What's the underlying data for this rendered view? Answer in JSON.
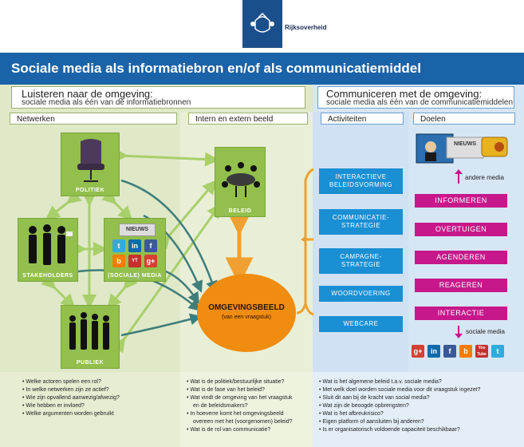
{
  "header": {
    "logo_text": "Rijksoverheid",
    "title": "Sociale media als informatiebron en/of als communicatiemiddel"
  },
  "listen": {
    "title": "Luisteren naar de omgeving:",
    "subtitle": "sociale media als één van de informatiebronnen"
  },
  "communicate": {
    "title": "Communiceren met de omgeving:",
    "subtitle": "sociale media als één van de communicatiemiddelen"
  },
  "sections": {
    "netwerken": "Netwerken",
    "beeld": "Intern en extern beeld",
    "activiteiten": "Activiteiten",
    "doelen": "Doelen"
  },
  "nodes": {
    "politiek": "POLITIEK",
    "beleid": "BELEID",
    "stakeholders": "STAKEHOLDERS",
    "media": "(SOCIALE) MEDIA",
    "publiek": "PUBLIEK",
    "news_label": "NIEUWS"
  },
  "omgevingsbeeld": {
    "title": "OMGEVINGSBEELD",
    "subtitle": "(van een vraagstuk)"
  },
  "activities": [
    {
      "line1": "INTERACTIEVE",
      "line2": "BELEIDSVORMING"
    },
    {
      "line1": "COMMUNICATIE-",
      "line2": "STRATEGIE"
    },
    {
      "line1": "CAMPAGNE-",
      "line2": "STRATEGIE"
    },
    {
      "line1": "WOORDVOERING",
      "line2": ""
    },
    {
      "line1": "WEBCARE",
      "line2": ""
    }
  ],
  "goals": [
    "INFORMEREN",
    "OVERTUIGEN",
    "AGENDEREN",
    "REAGEREN",
    "INTERACTIE"
  ],
  "andere_media": "andere media",
  "sociale_media": "sociale media",
  "social_icons": [
    "g+",
    "in",
    "f",
    "b",
    "You Tube",
    "t"
  ],
  "questions_left": [
    "Welke actoren spelen een rol?",
    "In welke netwerken zijn ze actief?",
    "Wie zijn opvallend aanwezig/afwezig?",
    "Wie hebben er invloed?",
    "Welke argumenten worden gebruikt"
  ],
  "questions_mid": [
    "Wat is de politiek/bestuurlijke situatie?",
    "Wat is de fase van het beleid?",
    "Wat vindt de omgeving van het vraagstuk",
    "en de beleidsmakers?",
    "In hoeverre komt het omgevingsbeeld",
    "overeen met het (voorgenomen) beleid?",
    "Wat is de rol van communicatie?"
  ],
  "questions_right": [
    "Wat is het algemene beleid t.a.v. sociale media?",
    "Met welk doel worden sociale media voor dit vraagstuk ingezet?",
    "Sluit dit aan bij de kracht van social media?",
    "Wat zijn de beoogde opbrengsten?",
    "Wat is het afbreukrisico?",
    "Eigen platform of aansluiten bij anderen?",
    "Is er organisatorisch voldoende capaciteit beschikbaar?"
  ],
  "colors": {
    "green": "#93bf4c",
    "arrow_green": "#a9cf6a",
    "arrow_teal": "#3f7d7a",
    "orange": "#f08c0f",
    "blue": "#1a8fd3",
    "magenta": "#c6188b",
    "title_blue": "#1a63a8"
  }
}
